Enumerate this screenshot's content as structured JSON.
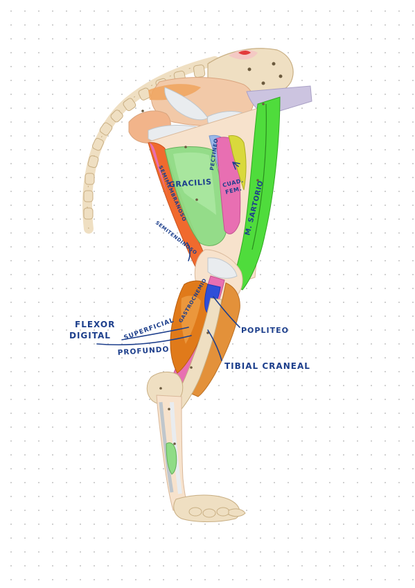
{
  "labels": {
    "gracilis": "GRACILIS",
    "pectineo": "PECTINEO",
    "cuad_line1": "CUAD.",
    "cuad_line2": "FEM.",
    "sartorio": "M. SARTORIO",
    "semimembranoso": "SEMIMEMBRANOSO",
    "semitendinoso": "SEMITENDINOSO",
    "gastrocnemio": "GASTROCNEMIO",
    "flexor_line1": "FLEXOR",
    "flexor_line2": "DIGITAL",
    "superficial": "SUPERFICIAL",
    "profundo": "PROFUNDO",
    "popliteo": "POPLITEO",
    "tibial_craneal": "TIBIAL CRANEAL"
  },
  "colors": {
    "ink": "#1d3f8c",
    "bone": "#efdfc2",
    "bone_dark": "#d9c29a",
    "sartorio": "#4fdc3c",
    "gracilis": "#8fdc86",
    "pectineo": "#9ab8e8",
    "cuadrado_femoral": "#d9d93c",
    "semimembranoso": "#f06a2e",
    "semitendinoso": "#f0813c",
    "gastrocnemio": "#e07a1a",
    "popliteo": "#2f4fd8",
    "pink_muscle": "#e86fb2",
    "tibial_craneal": "#e3913a",
    "flesh": "#f2c9a8",
    "ligament": "#e9ecef"
  }
}
